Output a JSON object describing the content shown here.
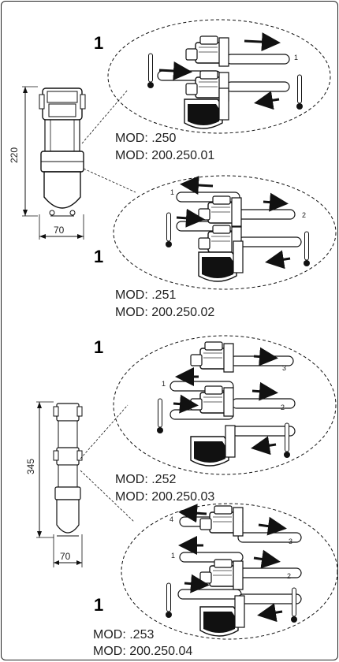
{
  "section_top": {
    "dim_height": "220",
    "dim_width": "70",
    "variant_a": {
      "index": "1",
      "mod_short": "MOD: .250",
      "mod_full": "MOD: 200.250.01",
      "labels": [
        "1"
      ]
    },
    "variant_b": {
      "index": "1",
      "mod_short": "MOD: .251",
      "mod_full": "MOD: 200.250.02",
      "labels": [
        "1",
        "2"
      ]
    }
  },
  "section_bottom": {
    "dim_height": "345",
    "dim_width": "70",
    "variant_c": {
      "index": "1",
      "mod_short": "MOD: .252",
      "mod_full": "MOD: 200.250.03",
      "labels": [
        "3",
        "1",
        "2"
      ]
    },
    "variant_d": {
      "index": "1",
      "mod_short": "MOD: .253",
      "mod_full": "MOD: 200.250.04",
      "labels": [
        "4",
        "3",
        "1",
        "2"
      ]
    }
  }
}
